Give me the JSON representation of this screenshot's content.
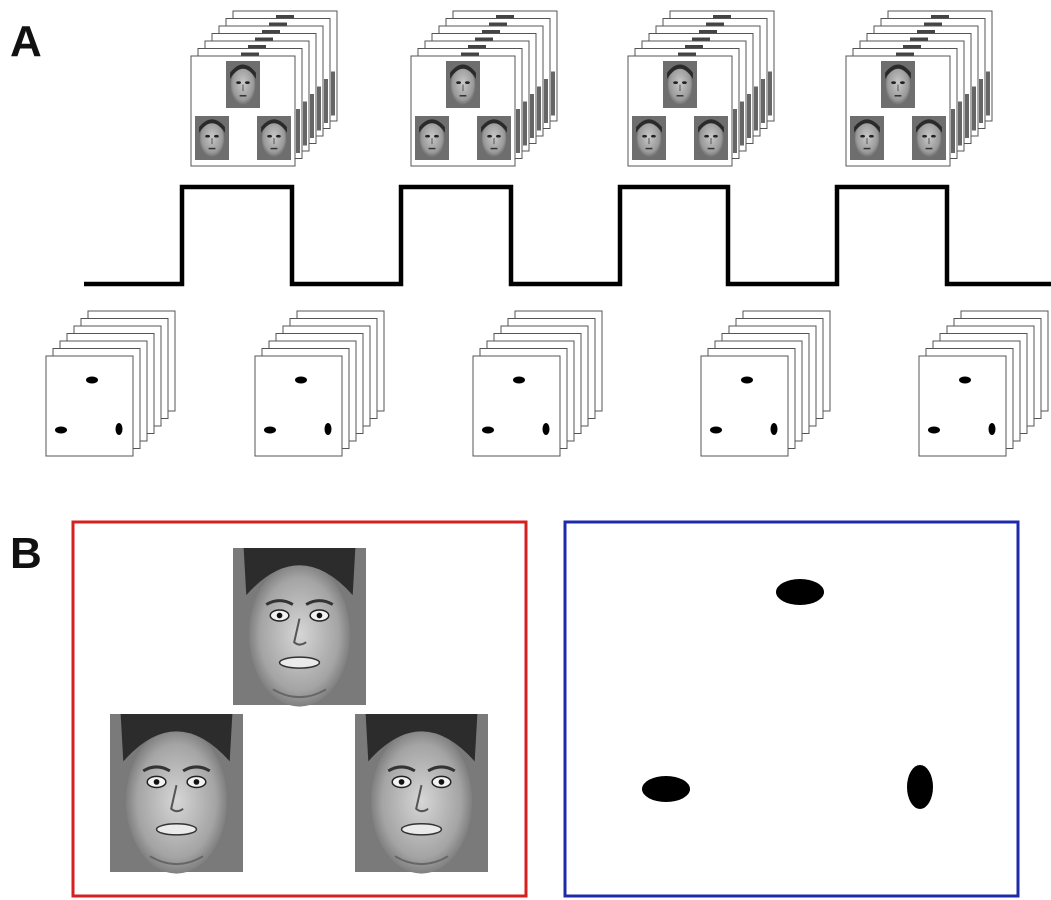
{
  "panel_labels": {
    "a": "A",
    "b": "B"
  },
  "panel_a": {
    "face_blocks": 4,
    "shape_blocks": 5,
    "faces_per_stimulus": 3,
    "shapes_per_stimulus": 3
  },
  "panel_b": {
    "face_stimulus": {
      "frame_color": "#d62020",
      "faces": 3
    },
    "shape_stimulus": {
      "frame_color": "#1e2aa8",
      "shapes": 3
    }
  },
  "colors": {
    "line": "#000000",
    "face_frame": "#d62020",
    "shape_frame": "#1e2aa8"
  }
}
